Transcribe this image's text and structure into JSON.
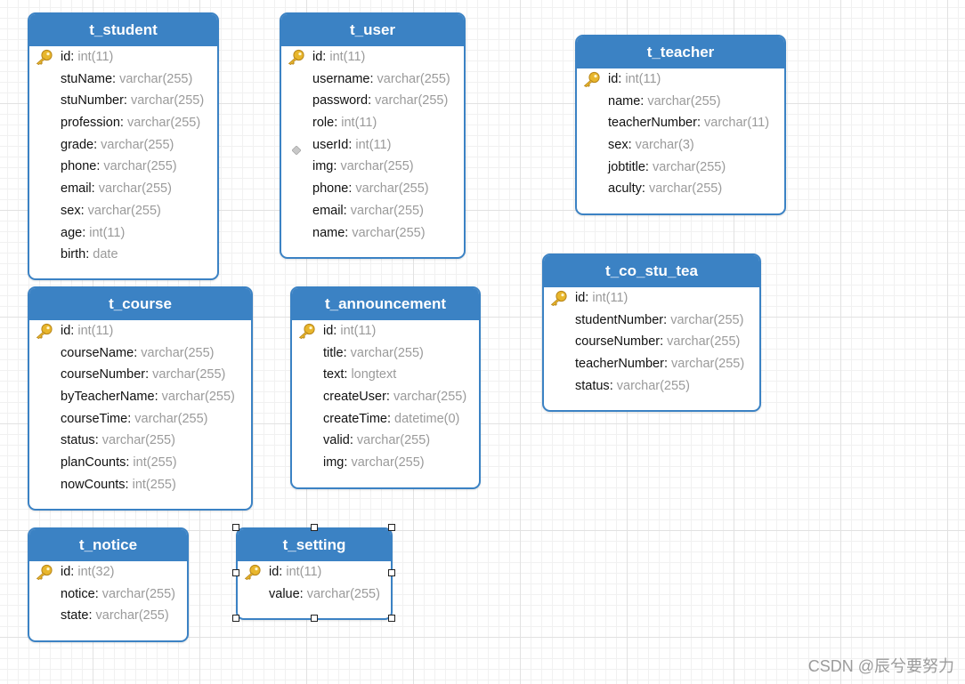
{
  "tables": {
    "t_student": {
      "title": "t_student",
      "fields": [
        {
          "name": "id",
          "type": "int(11)",
          "key": "primary"
        },
        {
          "name": "stuName",
          "type": "varchar(255)",
          "key": "none"
        },
        {
          "name": "stuNumber",
          "type": "varchar(255)",
          "key": "none"
        },
        {
          "name": "profession",
          "type": "varchar(255)",
          "key": "none"
        },
        {
          "name": "grade",
          "type": "varchar(255)",
          "key": "none"
        },
        {
          "name": "phone",
          "type": "varchar(255)",
          "key": "none"
        },
        {
          "name": "email",
          "type": "varchar(255)",
          "key": "none"
        },
        {
          "name": "sex",
          "type": "varchar(255)",
          "key": "none"
        },
        {
          "name": "age",
          "type": "int(11)",
          "key": "none"
        },
        {
          "name": "birth",
          "type": "date",
          "key": "none"
        }
      ]
    },
    "t_user": {
      "title": "t_user",
      "fields": [
        {
          "name": "id",
          "type": "int(11)",
          "key": "primary"
        },
        {
          "name": "username",
          "type": "varchar(255)",
          "key": "none"
        },
        {
          "name": "password",
          "type": "varchar(255)",
          "key": "none"
        },
        {
          "name": "role",
          "type": "int(11)",
          "key": "none"
        },
        {
          "name": "userId",
          "type": "int(11)",
          "key": "index"
        },
        {
          "name": "img",
          "type": "varchar(255)",
          "key": "none"
        },
        {
          "name": "phone",
          "type": "varchar(255)",
          "key": "none"
        },
        {
          "name": "email",
          "type": "varchar(255)",
          "key": "none"
        },
        {
          "name": "name",
          "type": "varchar(255)",
          "key": "none"
        }
      ]
    },
    "t_teacher": {
      "title": "t_teacher",
      "fields": [
        {
          "name": "id",
          "type": "int(11)",
          "key": "primary"
        },
        {
          "name": "name",
          "type": "varchar(255)",
          "key": "none"
        },
        {
          "name": "teacherNumber",
          "type": "varchar(11)",
          "key": "none"
        },
        {
          "name": "sex",
          "type": "varchar(3)",
          "key": "none"
        },
        {
          "name": "jobtitle",
          "type": "varchar(255)",
          "key": "none"
        },
        {
          "name": "aculty",
          "type": "varchar(255)",
          "key": "none"
        }
      ]
    },
    "t_co_stu_tea": {
      "title": "t_co_stu_tea",
      "fields": [
        {
          "name": "id",
          "type": "int(11)",
          "key": "primary"
        },
        {
          "name": "studentNumber",
          "type": "varchar(255)",
          "key": "none"
        },
        {
          "name": "courseNumber",
          "type": "varchar(255)",
          "key": "none"
        },
        {
          "name": "teacherNumber",
          "type": "varchar(255)",
          "key": "none"
        },
        {
          "name": "status",
          "type": "varchar(255)",
          "key": "none"
        }
      ]
    },
    "t_course": {
      "title": "t_course",
      "fields": [
        {
          "name": "id",
          "type": "int(11)",
          "key": "primary"
        },
        {
          "name": "courseName",
          "type": "varchar(255)",
          "key": "none"
        },
        {
          "name": "courseNumber",
          "type": "varchar(255)",
          "key": "none"
        },
        {
          "name": "byTeacherName",
          "type": "varchar(255)",
          "key": "none"
        },
        {
          "name": "courseTime",
          "type": "varchar(255)",
          "key": "none"
        },
        {
          "name": "status",
          "type": "varchar(255)",
          "key": "none"
        },
        {
          "name": "planCounts",
          "type": "int(255)",
          "key": "none"
        },
        {
          "name": "nowCounts",
          "type": "int(255)",
          "key": "none"
        }
      ]
    },
    "t_announcement": {
      "title": "t_announcement",
      "fields": [
        {
          "name": "id",
          "type": "int(11)",
          "key": "primary"
        },
        {
          "name": "title",
          "type": "varchar(255)",
          "key": "none"
        },
        {
          "name": "text",
          "type": "longtext",
          "key": "none"
        },
        {
          "name": "createUser",
          "type": "varchar(255)",
          "key": "none"
        },
        {
          "name": "createTime",
          "type": "datetime(0)",
          "key": "none"
        },
        {
          "name": "valid",
          "type": "varchar(255)",
          "key": "none"
        },
        {
          "name": "img",
          "type": "varchar(255)",
          "key": "none"
        }
      ]
    },
    "t_notice": {
      "title": "t_notice",
      "fields": [
        {
          "name": "id",
          "type": "int(32)",
          "key": "primary"
        },
        {
          "name": "notice",
          "type": "varchar(255)",
          "key": "none"
        },
        {
          "name": "state",
          "type": "varchar(255)",
          "key": "none"
        }
      ]
    },
    "t_setting": {
      "title": "t_setting",
      "selected": true,
      "fields": [
        {
          "name": "id",
          "type": "int(11)",
          "key": "primary"
        },
        {
          "name": "value",
          "type": "varchar(255)",
          "key": "none"
        }
      ]
    }
  },
  "watermark": "CSDN @辰兮要努力",
  "colors": {
    "header": "#3b82c4",
    "type_text": "#9a9a9a",
    "key_icon": "#e8b62c",
    "index_icon": "#c8c8c8"
  },
  "icons": {
    "primary": "key-icon",
    "index": "diamond-icon"
  }
}
